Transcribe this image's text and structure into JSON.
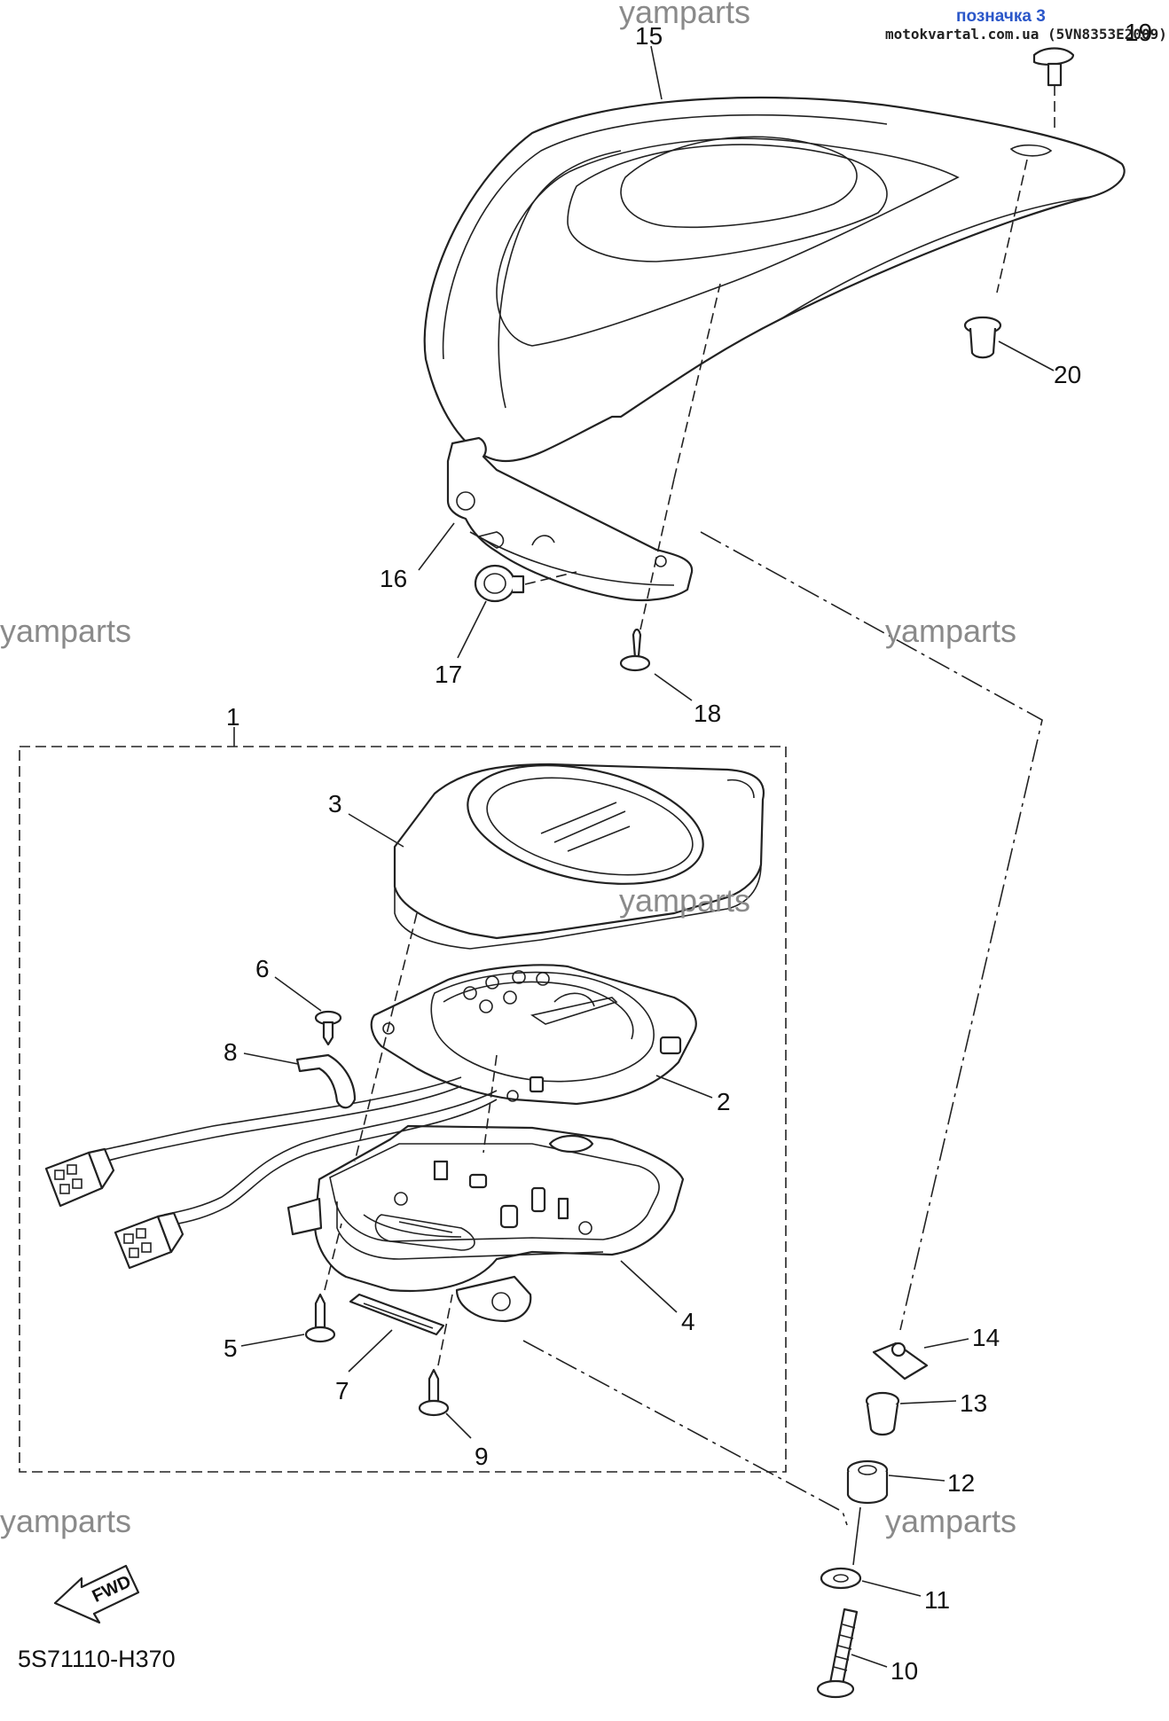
{
  "header": {
    "tag": "позначка 3",
    "site": "motokvartal.com.ua (5VN8353E2009)"
  },
  "watermarks": [
    "yamparts",
    "yamparts",
    "yamparts",
    "yamparts",
    "yamparts",
    "yamparts"
  ],
  "callouts": [
    "1",
    "2",
    "3",
    "4",
    "5",
    "6",
    "7",
    "8",
    "9",
    "10",
    "11",
    "12",
    "13",
    "14",
    "15",
    "16",
    "17",
    "18",
    "19",
    "20"
  ],
  "diagram_code": "5S71110-H370",
  "fwd_label": "FWD",
  "colors": {
    "line": "#222222",
    "watermark": "#8a8a8a",
    "tag": "#2b57c9"
  }
}
